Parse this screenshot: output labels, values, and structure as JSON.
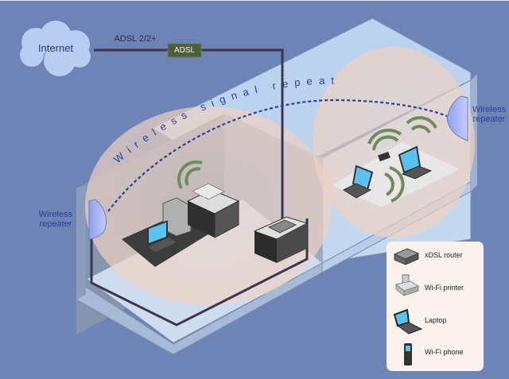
{
  "diagram": {
    "title": "Wireless network with signal repeater",
    "internet": {
      "label": "Internet"
    },
    "link": {
      "label": "ADSL 2/2+",
      "badge": "ADSL"
    },
    "signal_text": "Wireless signal repeat",
    "repeater_left": {
      "line1": "Wireless",
      "line2": "repeater"
    },
    "repeater_right": {
      "line1": "Wireless",
      "line2": "repeater"
    },
    "colors": {
      "background": "#6e84b6",
      "cloud": "#b8cdef",
      "badge": "#4d5e3a",
      "wifi_waves": "#6f8a5c",
      "cable": "#3b3550",
      "signal_dots": "#2a3f9a"
    }
  },
  "legend": {
    "items": [
      {
        "icon": "router-icon",
        "label": "xDSL router"
      },
      {
        "icon": "printer-icon",
        "label": "Wi-Fi printer"
      },
      {
        "icon": "laptop-icon",
        "label": "Laptop"
      },
      {
        "icon": "phone-icon",
        "label": "Wi-Fi phone"
      }
    ]
  }
}
